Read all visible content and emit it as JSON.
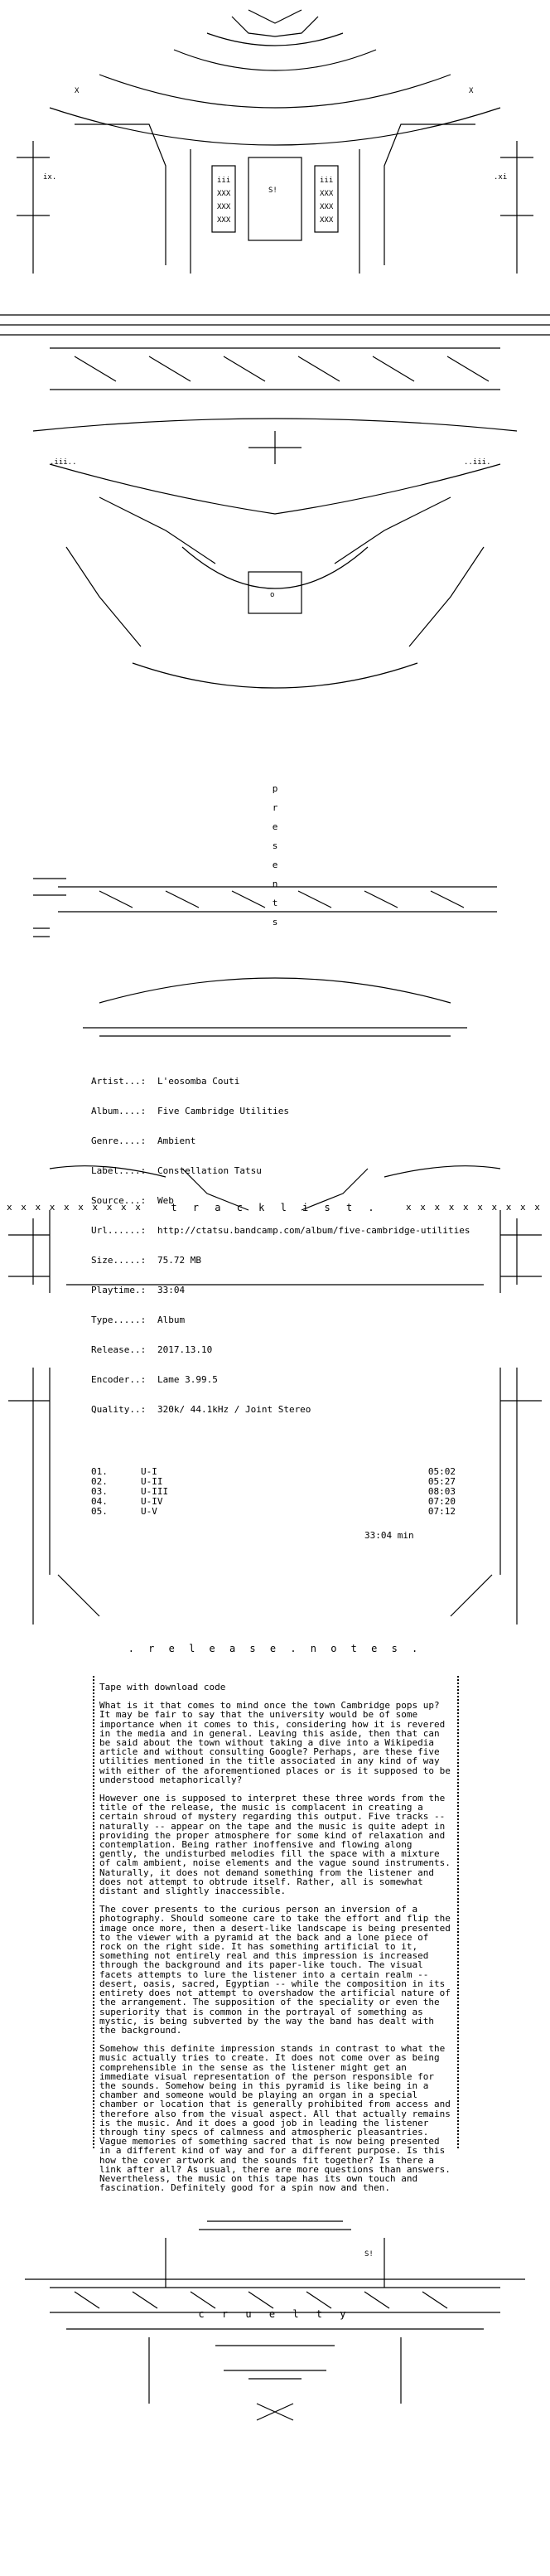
{
  "release_info": [
    {
      "key": "Artist...:",
      "value": "L'eosomba Couti"
    },
    {
      "key": "Album....:",
      "value": "Five Cambridge Utilities"
    },
    {
      "key": "Genre....:",
      "value": "Ambient"
    },
    {
      "key": "Label....:",
      "value": "Constellation Tatsu"
    },
    {
      "key": "Source...:",
      "value": "Web"
    },
    {
      "key": "Url......:",
      "value": "http://ctatsu.bandcamp.com/album/five-cambridge-utilities"
    },
    {
      "key": "Size.....:",
      "value": "75.72 MB"
    },
    {
      "key": "Playtime.:",
      "value": "33:04"
    },
    {
      "key": "Type.....:",
      "value": "Album"
    },
    {
      "key": "Release..:",
      "value": "2017.13.10"
    },
    {
      "key": "Encoder..:",
      "value": "Lame 3.99.5"
    },
    {
      "key": "Quality..:",
      "value": "320k/ 44.1kHz / Joint Stereo"
    }
  ],
  "presents_text": "presents",
  "tracklist_heading": "t r a c k   l i s t .",
  "x_row": "x x x x x x x x x x",
  "tracks": [
    {
      "no": "01.",
      "title": "U-I",
      "duration": "05:02"
    },
    {
      "no": "02.",
      "title": "U-II",
      "duration": "05:27"
    },
    {
      "no": "03.",
      "title": "U-III",
      "duration": "08:03"
    },
    {
      "no": "04.",
      "title": "U-IV",
      "duration": "07:20"
    },
    {
      "no": "05.",
      "title": "U-V",
      "duration": "07:12"
    }
  ],
  "total_runtime": "33:04 min",
  "release_notes_heading": ". r e l e a s e . n o t e s .",
  "tape_line": "Tape with download code",
  "notes": [
    "What is it that comes to mind once the town Cambridge pops up? It may be fair to say that the university would be of some importance when it comes to this, considering how it is revered in the media and in general. Leaving this aside, then that can be said about the town without taking a dive into a Wikipedia article and without consulting Google? Perhaps, are these five utilities mentioned in the title associated in any kind of way with either of the aforementioned places or is it supposed to be understood metaphorically?",
    "However one is supposed to interpret these three words from the title of the release, the music is complacent in creating a certain shroud of mystery regarding this output. Five tracks -- naturally -- appear on the tape and the music is quite adept in providing the proper atmosphere for some kind of relaxation and contemplation. Being rather inoffensive and flowing along gently, the undisturbed melodies fill the space with a mixture of calm ambient, noise elements and the vague sound instruments. Naturally, it does not demand something from the listener and does not attempt to obtrude itself. Rather, all is somewhat distant and slightly inaccessible.",
    "The cover presents to the curious person an inversion of a photography. Should someone care to take the effort and flip the image once more, then a desert-like landscape is being presented to the viewer with a pyramid at the back and a lone piece of rock on the right side. It has something artificial to it, something not entirely real and this impression is increased through the background and its paper-like touch. The visual facets attempts to lure the listener into a certain realm -- desert, oasis, sacred, Egyptian -- while the composition in its entirety does not attempt to overshadow the artificial nature of the arrangement. The supposition of the speciality or even the superiority that is common in the portrayal of something as mystic, is being subverted by the way the band has dealt with the background.",
    "Somehow this definite impression stands in contrast to what the music actually tries to create. It does not come over as being comprehensible in the sense as the listener might get an immediate visual representation of the person responsible for the sounds. Somehow being in this pyramid is like being in a chamber and someone would be playing an organ in a special chamber or location that is generally prohibited from access and therefore also from the visual aspect. All that actually remains is the music. And it does a good job in leading the listener through tiny specs of calmness and atmospheric pleasantries. Vague memories of something sacred that is now being presented in a different kind of way and for a different purpose. Is this how the cover artwork and the sounds fit together? Is there a link after all? As usual, there are more questions than answers. Nevertheless, the music on this tape has its own touch and fascination. Definitely good for a spin now and then."
  ],
  "cruelty_text": "c r u e l t y",
  "logo_mark": "S!",
  "colors": {
    "background": "#ffffff",
    "ink": "#000000"
  }
}
